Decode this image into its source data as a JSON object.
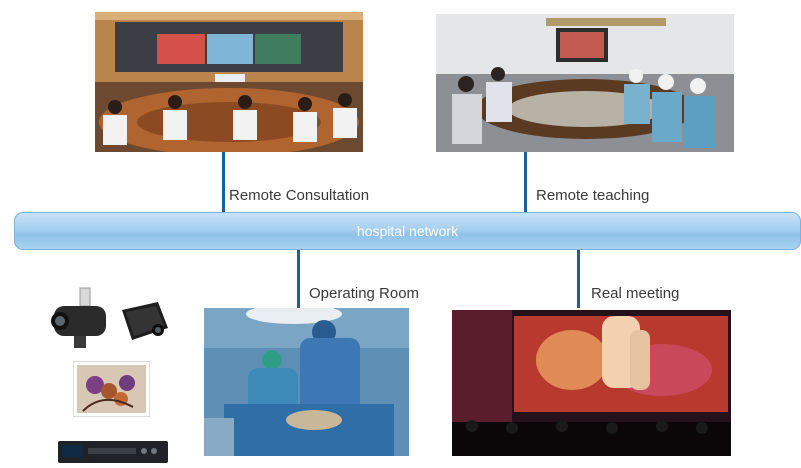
{
  "network": {
    "label": "hospital network"
  },
  "nodes": {
    "consultation": {
      "label": "Remote Consultation"
    },
    "teaching": {
      "label": "Remote teaching"
    },
    "operating": {
      "label": "Operating Room"
    },
    "meeting": {
      "label": "Real meeting"
    }
  },
  "colors": {
    "connector": "#1d5f96",
    "network_fill": "#a6d0f0",
    "network_text": "#ffffff",
    "label_text": "#3a3a3a"
  }
}
